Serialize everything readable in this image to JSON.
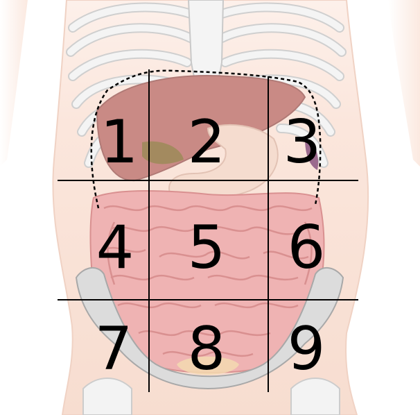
{
  "colors": {
    "skin": "#fbe6dc",
    "skin_edge": "#f3d6c8",
    "bone": "#f2f2f2",
    "bone_edge": "#c9c9c9",
    "pelvis": "#dcdcdc",
    "liver": "#c98a85",
    "stomach": "#f5d9cc",
    "intestine": "#efb3b3",
    "intestine_edge": "#d99090",
    "grid_line": "#000000",
    "dash_line": "#000000"
  },
  "regions": [
    {
      "id": "r1",
      "label": "1"
    },
    {
      "id": "r2",
      "label": "2"
    },
    {
      "id": "r3",
      "label": "3"
    },
    {
      "id": "r4",
      "label": "4"
    },
    {
      "id": "r5",
      "label": "5"
    },
    {
      "id": "r6",
      "label": "6"
    },
    {
      "id": "r7",
      "label": "7"
    },
    {
      "id": "r8",
      "label": "8"
    },
    {
      "id": "r9",
      "label": "9"
    }
  ]
}
